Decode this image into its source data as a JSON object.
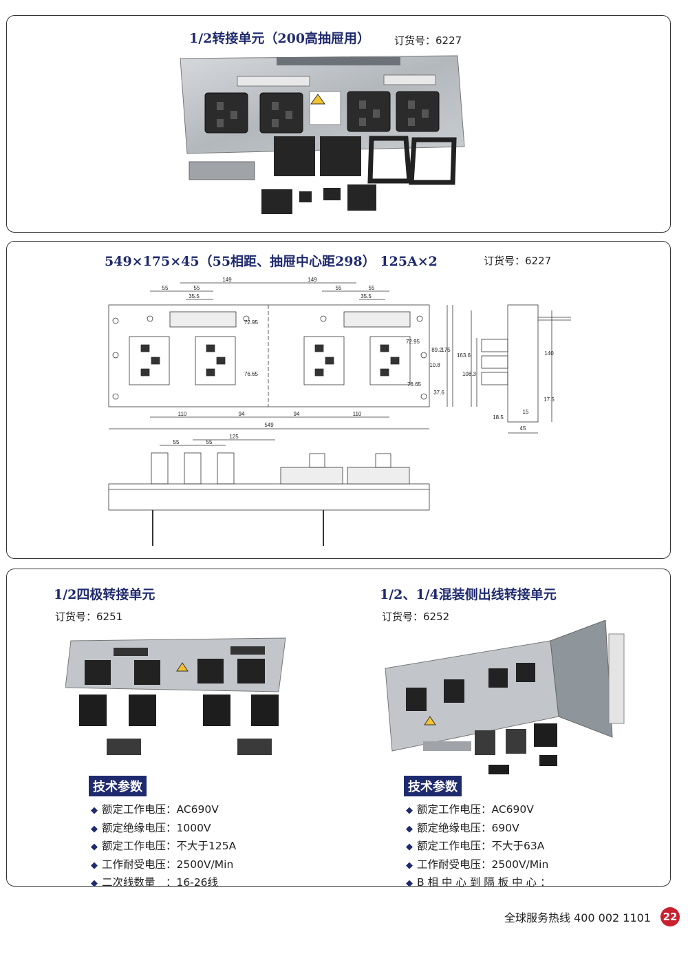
{
  "panel1": {
    "title": "1/2转接单元（200高抽屉用）",
    "order": "订货号：6227"
  },
  "panel2": {
    "title": "549×175×45（55相距、抽屉中心距298） 125A×2",
    "order": "订货号：6227",
    "dims": {
      "d149a": "149",
      "d149b": "149",
      "d55a": "55",
      "d55b": "55",
      "d55c": "55",
      "d55d": "55",
      "d355a": "35.5",
      "d355b": "35.5",
      "d7295a": "72.95",
      "d7295b": "72.95",
      "d7665a": "76.65",
      "d7665b": "76.65",
      "d110a": "110",
      "d94a": "94",
      "d94b": "94",
      "d110b": "110",
      "d549": "549",
      "d892": "89.2",
      "d175": "175",
      "d108": "10.8",
      "d376": "37.6",
      "d1636": "163.6",
      "d1083": "108.3",
      "d140": "140",
      "d175b": "17.5",
      "d15": "15",
      "d185": "18.5",
      "d45": "45",
      "d55e": "55",
      "d55f": "55",
      "d125": "125"
    }
  },
  "panel3": {
    "left": {
      "title": "1/2四极转接单元",
      "order": "订货号：6251",
      "spec_title": "技术参数",
      "specs": [
        "额定工作电压：AC690V",
        "额定绝缘电压：1000V",
        "额定工作电压：不大于125A",
        "工作耐受电压：2500V/Min",
        "二次线数量　：16-26线"
      ]
    },
    "right": {
      "title": "1/2、1/4混装侧出线转接单元",
      "order": "订货号：6252",
      "spec_title": "技术参数",
      "specs": [
        "额定工作电压：AC690V",
        "额定绝缘电压：690V",
        "额定工作电压：不大于63A",
        "工作耐受电压：2500V/Min",
        "B 相 中 心 到 隔 板 中 心 ："
      ]
    }
  },
  "footer": {
    "hotline": "全球服务热线  400 002 1101",
    "page": "22"
  },
  "colors": {
    "title": "#1f2a6e",
    "page_badge": "#c8202e",
    "plate": "#b9bec4"
  }
}
